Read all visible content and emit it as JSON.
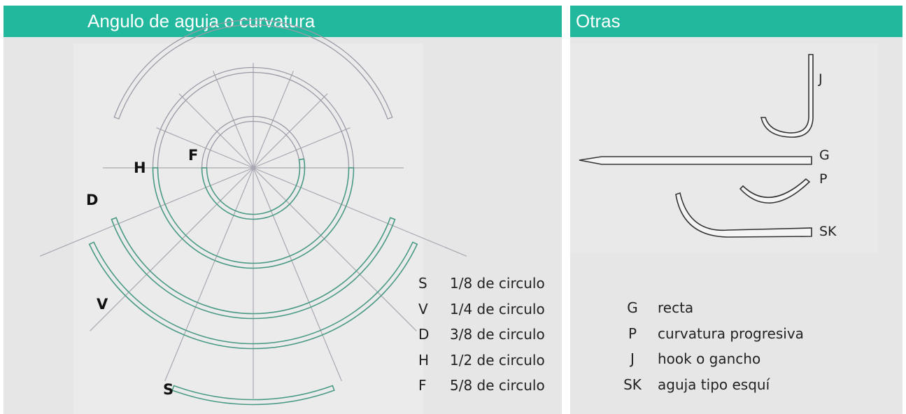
{
  "panels": {
    "left": {
      "title": "Angulo de aguja o curvatura"
    },
    "right": {
      "title": "Otras"
    }
  },
  "diagram_labels": {
    "F": "F",
    "H": "H",
    "D": "D",
    "V": "V",
    "S": "S"
  },
  "curvature_legend": [
    {
      "code": "S",
      "text": "1/8 de circulo"
    },
    {
      "code": "V",
      "text": "1/4 de circulo"
    },
    {
      "code": "D",
      "text": "3/8 de circulo"
    },
    {
      "code": "H",
      "text": "1/2 de circulo"
    },
    {
      "code": "F",
      "text": "5/8 de circulo"
    }
  ],
  "needle_labels": {
    "J": "J",
    "G": "G",
    "P": "P",
    "SK": "SK"
  },
  "needle_legend": [
    {
      "code": "G",
      "text": "recta"
    },
    {
      "code": "P",
      "text": "curvatura progresiva"
    },
    {
      "code": "J",
      "text": "hook o gancho"
    },
    {
      "code": "SK",
      "text": "aguja tipo esquí"
    }
  ],
  "colors": {
    "header": "#22b89d",
    "panel_bg": "#e6e6e6",
    "green_stroke": "#4a9a85",
    "gray_stroke": "#9a9aa6"
  }
}
